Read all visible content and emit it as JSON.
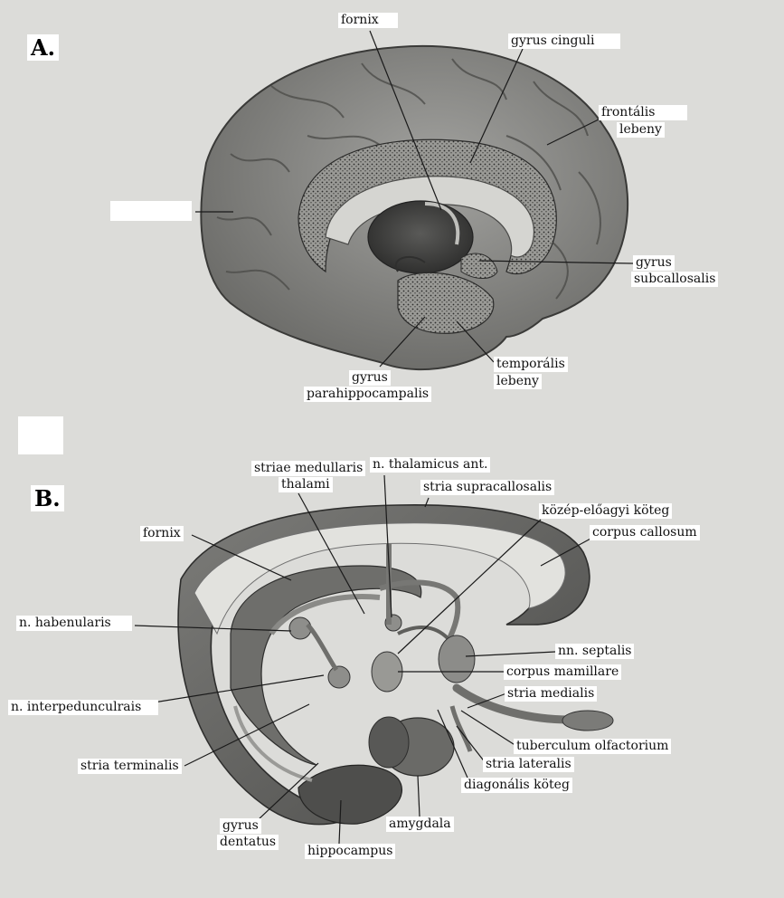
{
  "panel_a": {
    "letter": "A.",
    "labels": {
      "fornix": "fornix",
      "gyrus_cinguli": "gyrus cinguli",
      "frontalis_1": "frontális",
      "frontalis_2": "lebeny",
      "subcallosalis_1": "gyrus",
      "subcallosalis_2": "subcallosalis",
      "temporalis_1": "temporális",
      "temporalis_2": "lebeny",
      "parahippo_1": "gyrus",
      "parahippo_2": "parahippocampalis"
    }
  },
  "panel_b": {
    "letter": "B.",
    "labels": {
      "striae_1": "striae medullaris",
      "striae_2": "thalami",
      "thalamicus": "n. thalamicus ant.",
      "supracallosalis": "stria supracallosalis",
      "kozep": "közép-előagyi köteg",
      "fornix": "fornix",
      "callosum": "corpus callosum",
      "habenularis": "n. habenularis",
      "septalis": "nn. septalis",
      "mamillare": "corpus mamillare",
      "interped": "n. interpedunculrais",
      "medialis": "stria medialis",
      "olfactorium": "tuberculum olfactorium",
      "terminalis": "stria terminalis",
      "lateralis": "stria lateralis",
      "diagonalis": "diagonális köteg",
      "dentatus_1": "gyrus",
      "dentatus_2": "dentatus",
      "amygdala": "amygdala",
      "hippocampus": "hippocampus"
    }
  }
}
